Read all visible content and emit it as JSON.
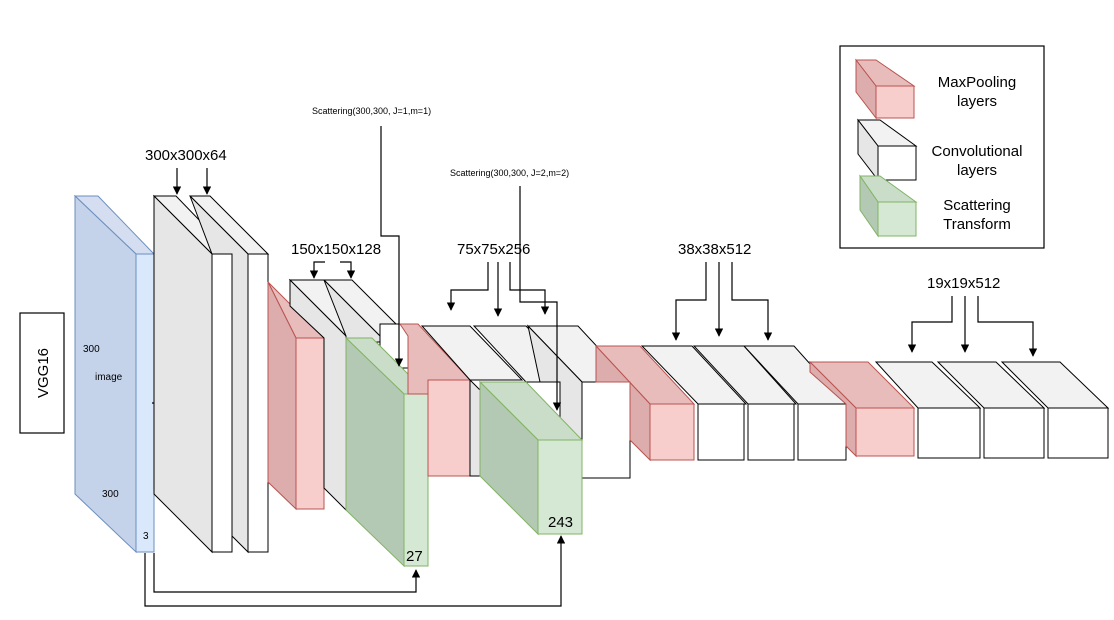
{
  "model": {
    "name": "VGG16"
  },
  "input": {
    "height": "300",
    "width": "300",
    "channels": "3",
    "label": "image"
  },
  "dimensions": {
    "block1": "300x300x64",
    "block2": "150x150x128",
    "block3": "75x75x256",
    "block4": "38x38x512",
    "block5": "19x19x512"
  },
  "scattering": {
    "first": {
      "label": "Scattering(300,300, J=1,m=1)",
      "channels": "27"
    },
    "second": {
      "label": "Scattering(300,300, J=2,m=2)",
      "channels": "243"
    }
  },
  "legend": {
    "maxpool_line1": "MaxPooling",
    "maxpool_line2": "layers",
    "conv_line1": "Convolutional",
    "conv_line2": "layers",
    "scatter_line1": "Scattering",
    "scatter_line2": "Transform"
  },
  "colors": {
    "input_front": "#dae8fc",
    "input_side": "#c5d3ea",
    "input_stroke": "#6c8ebf",
    "conv_front": "#ffffff",
    "conv_side": "#e6e6e6",
    "pool_front": "#f8cecc",
    "pool_side": "#dcadac",
    "pool_stroke": "#b85450",
    "scatter_front": "#d5e8d4",
    "scatter_side": "#b4c9b3",
    "scatter_stroke": "#82b366"
  }
}
